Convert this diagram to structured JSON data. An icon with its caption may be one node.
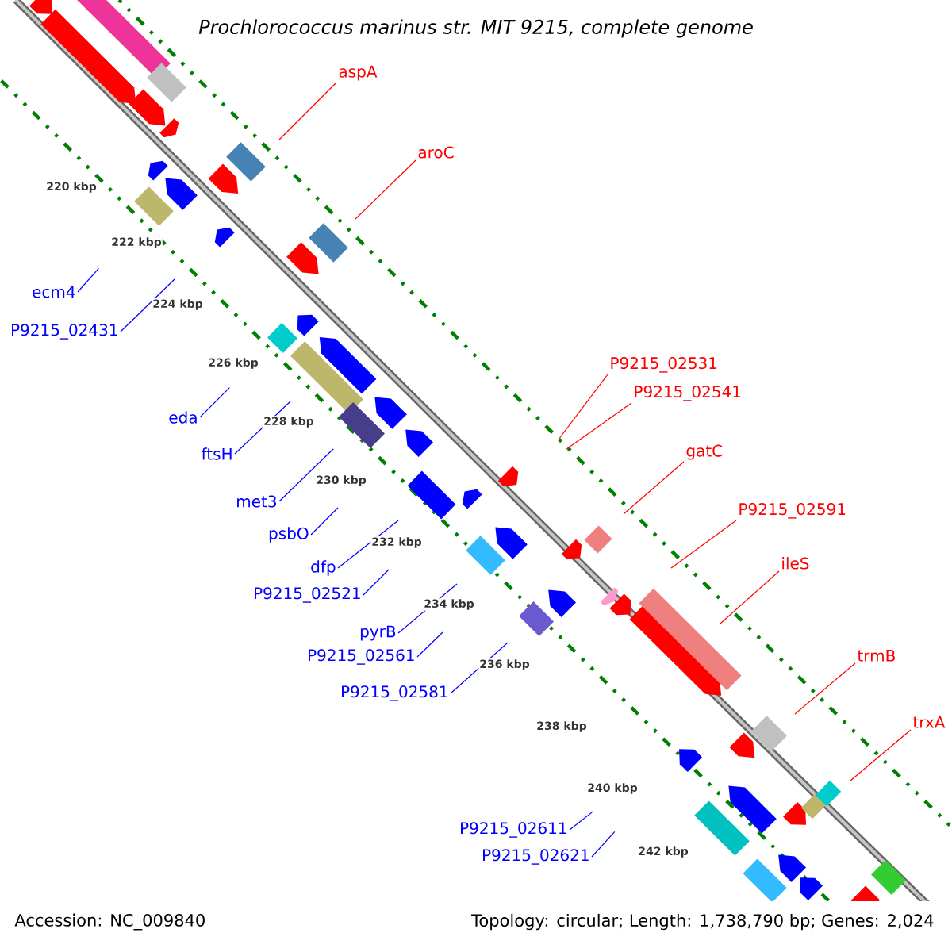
{
  "diagram": {
    "title": "*Prochlorococcus marinus* str. MIT 9215, complete genome",
    "nodes": [
      {
        "text": [
          "aspA"
        ]
      },
      {
        "text": [
          "aroC"
        ]
      },
      {
        "text": [
          "P9215_02531"
        ]
      },
      {
        "text": [
          "P9215_02541"
        ]
      },
      {
        "text": [
          "gatC"
        ]
      },
      {
        "text": [
          "P9215_02591"
        ]
      },
      {
        "text": [
          "ileS"
        ]
      },
      {
        "text": [
          "trmB"
        ]
      },
      {
        "text": [
          "trxA"
        ]
      },
      {
        "text": [
          "ecm4"
        ]
      },
      {
        "text": [
          "P9215_02431"
        ]
      },
      {
        "text": [
          "eda"
        ]
      },
      {
        "text": [
          "ftsH"
        ]
      },
      {
        "text": [
          "met3"
        ]
      },
      {
        "text": [
          "psbO"
        ]
      },
      {
        "text": [
          "dfp"
        ]
      },
      {
        "text": [
          "P9215_02521"
        ]
      },
      {
        "text": [
          "pyrB"
        ]
      },
      {
        "text": [
          "P9215_02561"
        ]
      },
      {
        "text": [
          "P9215_02581"
        ]
      },
      {
        "text": [
          "P9215_02611"
        ]
      },
      {
        "text": [
          "P9215_02621"
        ]
      }
    ],
    "edges": [
      {
        "from": 0,
        "to": null,
        "arrow": "none",
        "color": "#ff0000"
      },
      {
        "from": 1,
        "to": null,
        "arrow": "none",
        "color": "#ff0000"
      },
      {
        "from": 2,
        "to": null,
        "arrow": "none",
        "color": "#ff0000"
      },
      {
        "from": 3,
        "to": null,
        "arrow": "none",
        "color": "#ff0000"
      },
      {
        "from": 4,
        "to": null,
        "arrow": "none",
        "color": "#ff0000"
      },
      {
        "from": 5,
        "to": null,
        "arrow": "none",
        "color": "#ff0000"
      },
      {
        "from": 6,
        "to": null,
        "arrow": "none",
        "color": "#ff0000"
      },
      {
        "from": 7,
        "to": null,
        "arrow": "none",
        "color": "#ff0000"
      },
      {
        "from": 8,
        "to": null,
        "arrow": "none",
        "color": "#ff0000"
      },
      {
        "from": 9,
        "to": null,
        "arrow": "none"
      },
      {
        "from": 10,
        "to": null,
        "arrow": "none"
      },
      {
        "from": 11,
        "to": null,
        "arrow": "none"
      },
      {
        "from": 12,
        "to": null,
        "arrow": "none"
      },
      {
        "from": 13,
        "to": null,
        "arrow": "none"
      },
      {
        "from": 14,
        "to": null,
        "arrow": "none"
      },
      {
        "from": 15,
        "to": null,
        "arrow": "none"
      },
      {
        "from": 16,
        "to": null,
        "arrow": "none"
      },
      {
        "from": 17,
        "to": null,
        "arrow": "none"
      },
      {
        "from": 18,
        "to": null,
        "arrow": "none"
      },
      {
        "from": 19,
        "to": null,
        "arrow": "none"
      },
      {
        "from": 20,
        "to": null,
        "arrow": "none"
      },
      {
        "from": 21,
        "to": null,
        "arrow": "none"
      }
    ],
    "labels": [
      "220 kbp",
      "222 kbp",
      "224 kbp",
      "226 kbp",
      "228 kbp",
      "230 kbp",
      "232 kbp",
      "234 kbp",
      "236 kbp",
      "238 kbp",
      "240 kbp",
      "242 kbp",
      "Accession: NC_009840",
      "Topology: circular; Length: 1,738,790 bp; Genes: 2,024"
    ]
  }
}
